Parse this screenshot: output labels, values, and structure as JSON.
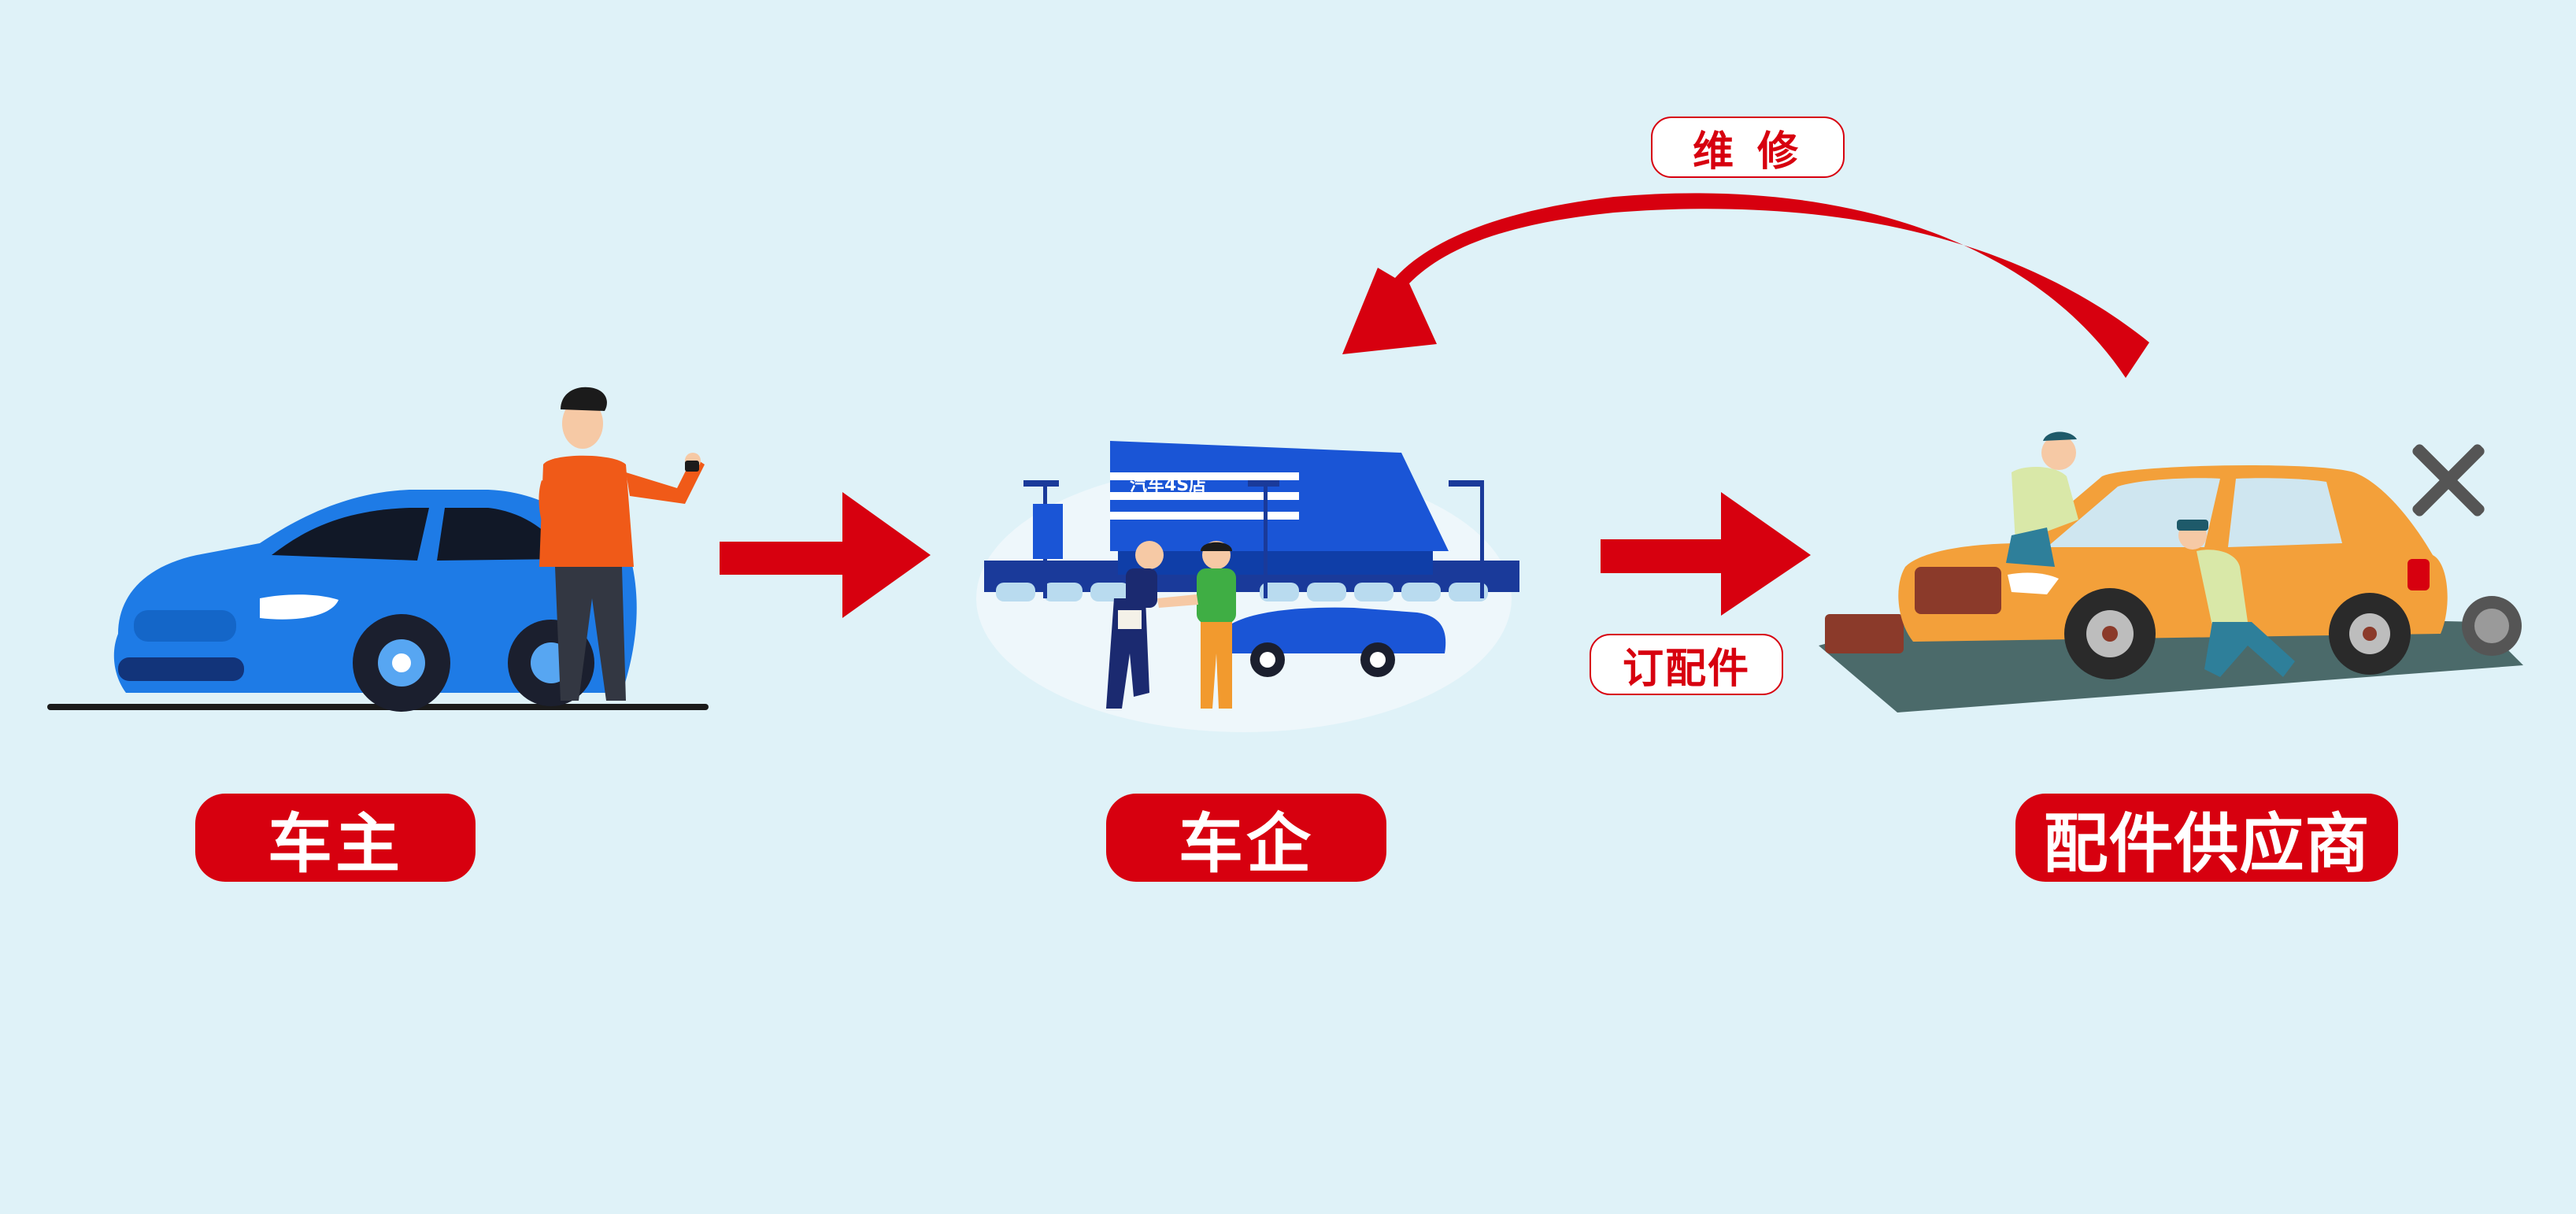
{
  "nodes": [
    {
      "label": "车主",
      "icon": "car-owner-illustration"
    },
    {
      "label": "车企",
      "icon": "dealership-illustration"
    },
    {
      "label": "配件供应商",
      "icon": "mechanic-workshop-illustration"
    }
  ],
  "flows": {
    "repair": "维 修",
    "order_parts": "订配件"
  },
  "dealership_sign": "汽车4S店",
  "colors": {
    "background": "#dff2f8",
    "accent_red": "#d7000f",
    "car_blue": "#1e7be6",
    "store_blue": "#1a55d6",
    "car_orange": "#f3a03a"
  }
}
